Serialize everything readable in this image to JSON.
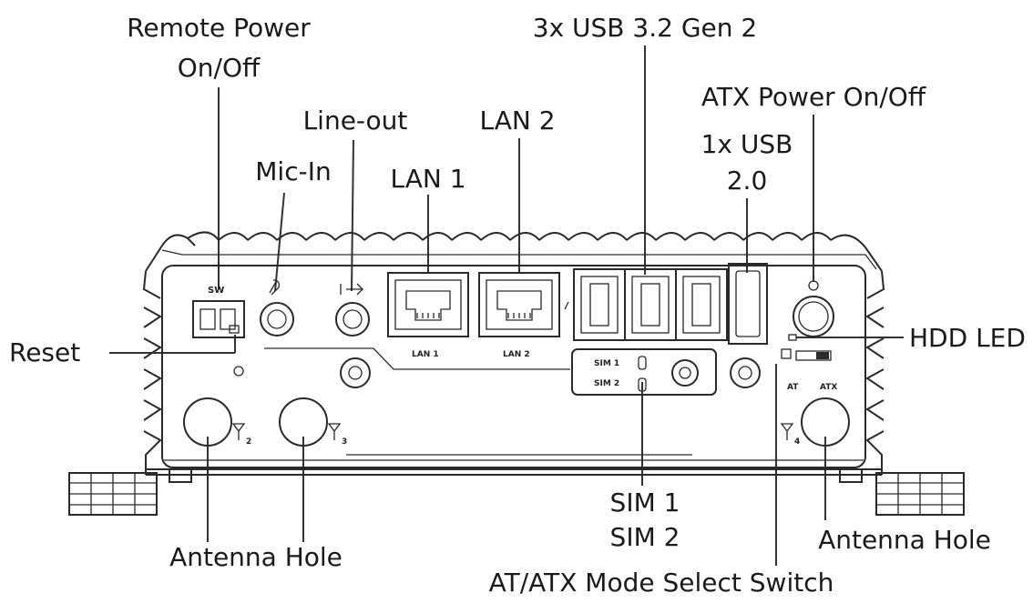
{
  "labels": {
    "remote_power_line1": "Remote Power",
    "remote_power_line2": "On/Off",
    "usb32": "3x USB 3.2 Gen 2",
    "atx_power": "ATX Power On/Off",
    "line_out": "Line-out",
    "lan2": "LAN 2",
    "usb20_line1": "1x USB",
    "usb20_line2": "2.0",
    "mic_in": "Mic-In",
    "lan1": "LAN 1",
    "reset": "Reset",
    "hdd_led": "HDD LED",
    "sim_line1": "SIM 1",
    "sim_line2": "SIM 2",
    "antenna_left": "Antenna Hole",
    "antenna_right": "Antenna Hole",
    "at_atx_switch": "AT/ATX Mode Select Switch"
  },
  "panel_text": {
    "sw": "SW",
    "lan1": "LAN 1",
    "lan2": "LAN 2",
    "sim1": "SIM 1",
    "sim2": "SIM 2",
    "at": "AT",
    "atx": "ATX",
    "ant2": "2",
    "ant3": "3",
    "ant4": "4"
  },
  "icons": [
    "microphone-icon",
    "line-out-icon",
    "usb-icon",
    "power-icon",
    "antenna-icon",
    "led-icon",
    "lan-port-icon"
  ]
}
